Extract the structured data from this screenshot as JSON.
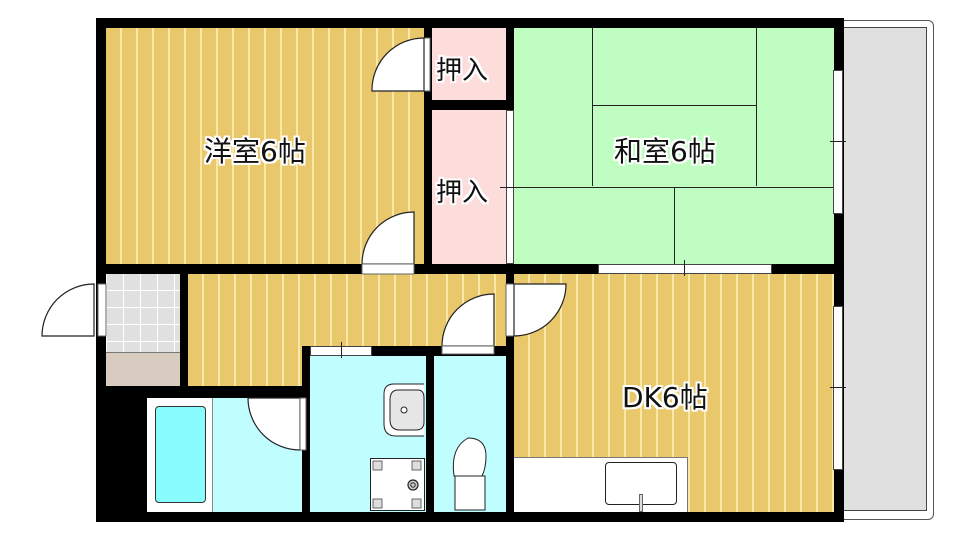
{
  "floorplan": {
    "rooms": [
      {
        "id": "western-room",
        "label": "洋室6帖",
        "type": "western",
        "size_jo": 6
      },
      {
        "id": "closet-upper",
        "label": "押入",
        "type": "closet"
      },
      {
        "id": "closet-lower",
        "label": "押入",
        "type": "closet"
      },
      {
        "id": "japanese-room",
        "label": "和室6帖",
        "type": "tatami",
        "size_jo": 6
      },
      {
        "id": "dining-kitchen",
        "label": "DK6帖",
        "type": "dining-kitchen",
        "size_jo": 6
      },
      {
        "id": "hallway",
        "label": "",
        "type": "hallway"
      },
      {
        "id": "entrance",
        "label": "",
        "type": "entrance"
      },
      {
        "id": "bathroom",
        "label": "",
        "type": "bath"
      },
      {
        "id": "washroom",
        "label": "",
        "type": "washroom"
      },
      {
        "id": "toilet",
        "label": "",
        "type": "toilet"
      },
      {
        "id": "balcony",
        "label": "",
        "type": "balcony"
      }
    ],
    "colors": {
      "wall": "#000000",
      "wood_floor": "#e9c86c",
      "wood_stripe": "#fbe7a8",
      "tatami": "#c0fdc0",
      "closet": "#fddcdc",
      "wet_area": "#c0fdff",
      "bathtub": "#88fcff",
      "tile": "#e0e0e0",
      "entry_step": "#d8ccc0",
      "balcony": "#e0e0e0"
    }
  }
}
